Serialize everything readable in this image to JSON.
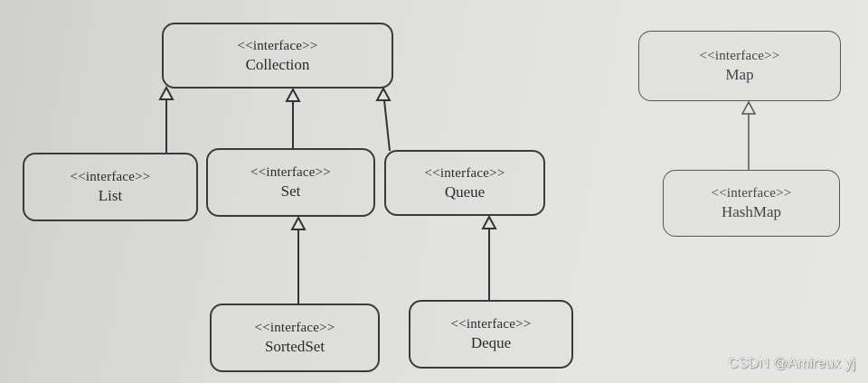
{
  "diagram": {
    "type": "uml-class-hierarchy",
    "stereotype": "<<interface>>",
    "nodes": {
      "collection": {
        "stereotype": "<<interface>>",
        "name": "Collection"
      },
      "list": {
        "stereotype": "<<interface>>",
        "name": "List"
      },
      "set": {
        "stereotype": "<<interface>>",
        "name": "Set"
      },
      "queue": {
        "stereotype": "<<interface>>",
        "name": "Queue"
      },
      "sortedset": {
        "stereotype": "<<interface>>",
        "name": "SortedSet"
      },
      "deque": {
        "stereotype": "<<interface>>",
        "name": "Deque"
      },
      "map": {
        "stereotype": "<<interface>>",
        "name": "Map"
      },
      "hashmap": {
        "stereotype": "<<interface>>",
        "name": "HashMap"
      }
    },
    "edges": [
      {
        "from": "List",
        "to": "Collection",
        "kind": "generalization"
      },
      {
        "from": "Set",
        "to": "Collection",
        "kind": "generalization"
      },
      {
        "from": "Queue",
        "to": "Collection",
        "kind": "generalization"
      },
      {
        "from": "SortedSet",
        "to": "Set",
        "kind": "generalization"
      },
      {
        "from": "Deque",
        "to": "Queue",
        "kind": "generalization"
      },
      {
        "from": "HashMap",
        "to": "Map",
        "kind": "generalization"
      }
    ]
  },
  "watermark": "CSDN @Amireux yj"
}
